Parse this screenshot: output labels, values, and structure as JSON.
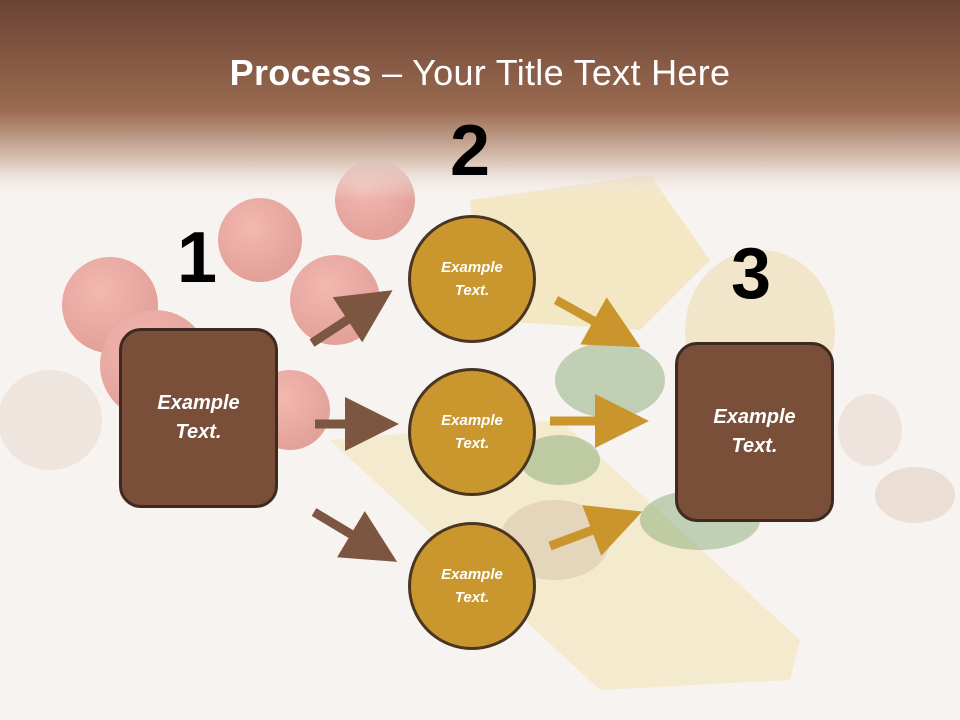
{
  "title": {
    "bold": "Process",
    "rest": " – Your Title Text Here"
  },
  "numbers": [
    "1",
    "2",
    "3"
  ],
  "left_box": {
    "line1": "Example",
    "line2": "Text."
  },
  "circles": [
    {
      "line1": "Example",
      "line2": "Text."
    },
    {
      "line1": "Example",
      "line2": "Text."
    },
    {
      "line1": "Example",
      "line2": "Text."
    }
  ],
  "right_box": {
    "line1": "Example",
    "line2": "Text."
  },
  "colors": {
    "header": "#6b4434",
    "box": "#7a4f3a",
    "circle": "#c9972e",
    "brown_arrow": "#7d5642",
    "gold_arrow": "#c9952c"
  }
}
